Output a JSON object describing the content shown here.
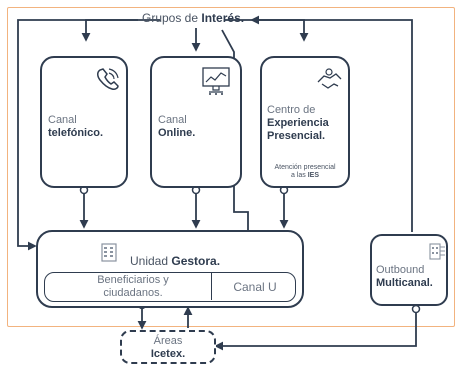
{
  "title": {
    "prefix": "Grupos de",
    "strong": "Interés."
  },
  "channels": [
    {
      "line1": "Canal",
      "line2": "telefónico.",
      "icon": "phone-icon"
    },
    {
      "line1": "Canal",
      "line2": "Online.",
      "icon": "monitor-icon"
    },
    {
      "line1": "Centro de",
      "line2": "Experiencia",
      "line3": "Presencial.",
      "icon": "handshake-icon",
      "note_line1": "Atención presencial",
      "note_prefix": "a las",
      "note_strong": "IES"
    }
  ],
  "gestora": {
    "prefix": "Unidad",
    "strong": "Gestora.",
    "icon": "building-icon"
  },
  "beneficiarios": {
    "line1": "Beneficiarios y",
    "line2": "ciudadanos."
  },
  "canal_u": {
    "label": "Canal U"
  },
  "outbound": {
    "line1": "Outbound",
    "line2": "Multicanal.",
    "icon": "outbound-icon"
  },
  "areas": {
    "line1": "Áreas",
    "line2": "Icetex."
  },
  "colors": {
    "stroke": "#2f3c4f",
    "frame": "#f2b37f",
    "text_muted": "#6b7482"
  }
}
